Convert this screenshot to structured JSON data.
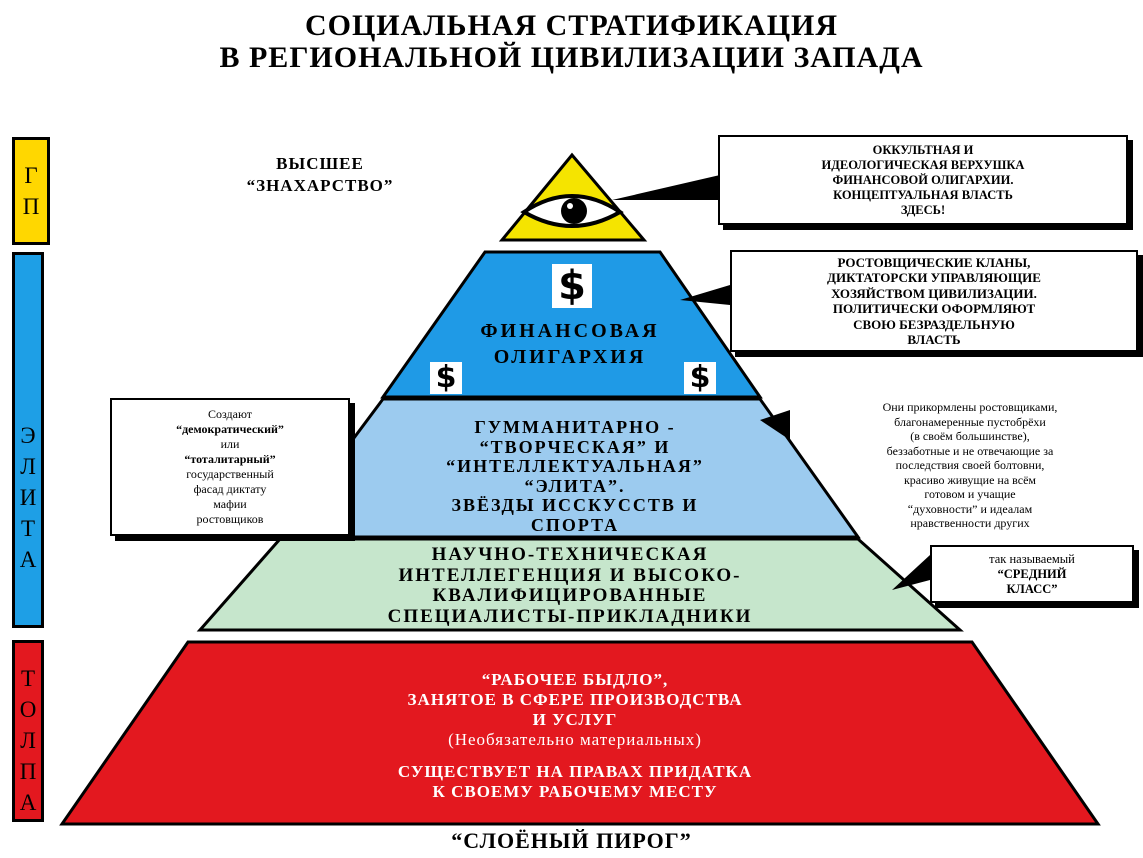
{
  "title": {
    "line1": "СОЦИАЛЬНАЯ СТРАТИФИКАЦИЯ",
    "line2": "В РЕГИОНАЛЬНОЙ ЦИВИЛИЗАЦИИ ЗАПАДА"
  },
  "left_bands": [
    {
      "letters": [
        "Г",
        "П"
      ],
      "color": "#ffd700"
    },
    {
      "letters": [
        "Э",
        "Л",
        "И",
        "Т",
        "А"
      ],
      "color": "#1e9fe6"
    },
    {
      "letters": [
        "Т",
        "О",
        "Л",
        "П",
        "А"
      ],
      "color": "#e3181f"
    }
  ],
  "pyramid": {
    "colors": {
      "top": "#f5e400",
      "financial": "#1f9ae6",
      "humanitarian": "#9ccbef",
      "technical": "#c6e6cc",
      "workers": "#e3181f"
    },
    "tiers": {
      "top_label": [
        "ВЫСШЕЕ",
        "“ЗНАХАРСТВО”"
      ],
      "financial": [
        "ФИНАНСОВАЯ",
        "ОЛИГАРХИЯ"
      ],
      "humanitarian": [
        "ГУММАНИТАРНО -",
        "“ТВОРЧЕСКАЯ” И",
        "“ИНТЕЛЛЕКТУАЛЬНАЯ”",
        "“ЭЛИТА”.",
        "ЗВЁЗДЫ ИССКУССТВ И",
        "СПОРТА"
      ],
      "technical": [
        "НАУЧНО-ТЕХНИЧЕСКАЯ",
        "ИНТЕЛЛЕГЕНЦИЯ И ВЫСОКО-",
        "КВАЛИФИЦИРОВАННЫЕ",
        "СПЕЦИАЛИСТЫ-ПРИКЛАДНИКИ"
      ],
      "workers": {
        "line1": "“РАБОЧЕЕ БЫДЛО”,",
        "line2": "ЗАНЯТОЕ В СФЕРЕ ПРОИЗВОДСТВА",
        "line3": "И УСЛУГ",
        "line4": "(Необязательно материальных)",
        "line5": "СУЩЕСТВУЕТ НА ПРАВАХ ПРИДАТКА",
        "line6": "К СВОЕМУ РАБОЧЕМУ МЕСТУ"
      }
    },
    "dollar_sign": "$",
    "bottom_caption": "“СЛОЁНЫЙ ПИРОГ”"
  },
  "callouts": {
    "occult": [
      "ОККУЛЬТНАЯ И",
      "ИДЕОЛОГИЧЕСКАЯ ВЕРХУШКА",
      "ФИНАНСОВОЙ ОЛИГАРХИИ.",
      "КОНЦЕПТУАЛЬНАЯ ВЛАСТЬ",
      "ЗДЕСЬ!"
    ],
    "usury": [
      "РОСТОВЩИЧЕСКИЕ КЛАНЫ,",
      "ДИКТАТОРСКИ УПРАВЛЯЮЩИЕ",
      "ХОЗЯЙСТВОМ ЦИВИЛИЗАЦИИ.",
      "ПОЛИТИЧЕСКИ ОФОРМЛЯЮТ",
      "СВОЮ БЕЗРАЗДЕЛЬНУЮ",
      "ВЛАСТЬ"
    ],
    "facade": [
      "Создают",
      "“демократический”",
      "или",
      "“тоталитарный”",
      "государственный",
      "фасад диктату",
      "мафии",
      "ростовщиков"
    ],
    "fed": [
      "Они прикормлены ростовщиками,",
      "благонамеренные пустобрёхи",
      "(в своём большинстве),",
      "беззаботные и не отвечающие за",
      "последствия своей болтовни,",
      "красиво живущие на всём",
      "готовом и учащие",
      "“духовности” и идеалам",
      "нравственности других"
    ],
    "middle": [
      "так называемый",
      "“СРЕДНИЙ",
      "КЛАСС”"
    ]
  }
}
